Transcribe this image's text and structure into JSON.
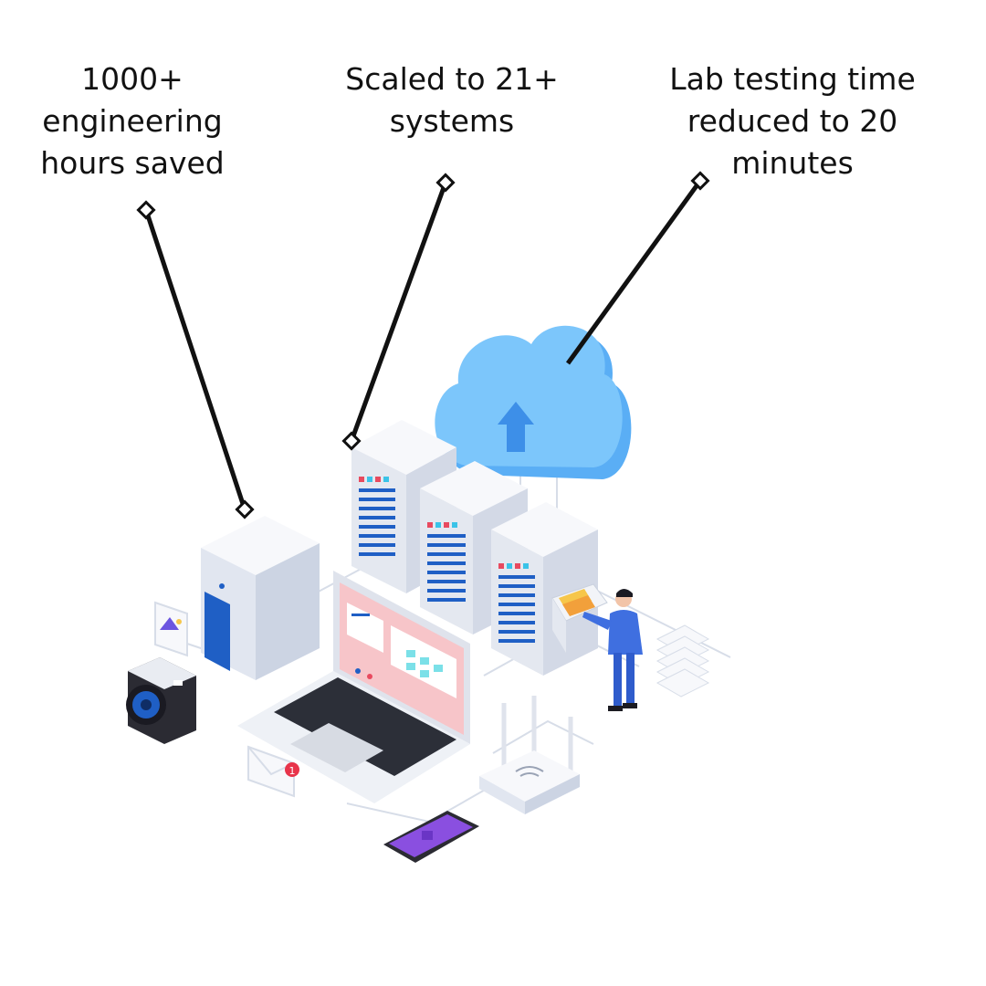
{
  "callouts": [
    {
      "text": "1000+\nengineering\nhours saved"
    },
    {
      "text": "Scaled to 21+\nsystems"
    },
    {
      "text": "Lab testing time\nreduced to 20\nminutes"
    }
  ],
  "colors": {
    "cloud": "#7cc6fb",
    "server": "#eef0f6",
    "accent_blue": "#1f5fc5",
    "laptop_screen": "#f7c5c9",
    "phone": "#8a4fe0",
    "person": "#3f6fe0",
    "line": "#111111"
  },
  "mail_badge": "1"
}
